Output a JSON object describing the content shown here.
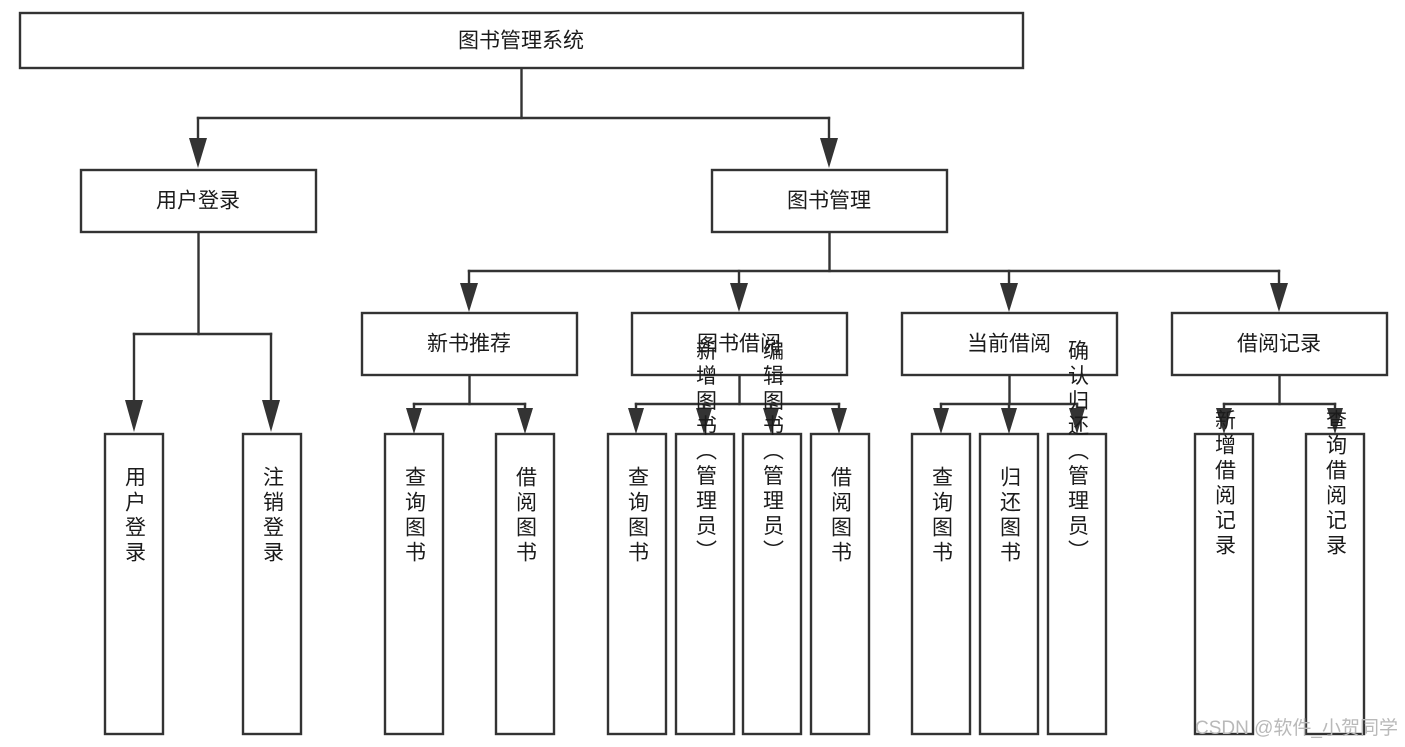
{
  "diagram": {
    "title": "图书管理系统",
    "type": "tree-hierarchy-chart",
    "orientation": "top-down",
    "colors": {
      "box_stroke": "#333333",
      "box_fill": "#ffffff",
      "text": "#1b1b1b",
      "watermark": "#b9b9b9",
      "background": "#ffffff"
    },
    "root": {
      "label": "图书管理系统"
    },
    "level2": [
      {
        "label": "用户登录"
      },
      {
        "label": "图书管理"
      }
    ],
    "level3": [
      {
        "label": "新书推荐"
      },
      {
        "label": "图书借阅"
      },
      {
        "label": "当前借阅"
      },
      {
        "label": "借阅记录"
      }
    ],
    "leaves": {
      "user_login": [
        {
          "label": "用户登录"
        },
        {
          "label": "注销登录"
        }
      ],
      "new_book_recommend": [
        {
          "label": "查询图书"
        },
        {
          "label": "借阅图书"
        }
      ],
      "book_borrow": [
        {
          "label": "查询图书"
        },
        {
          "label": "新增图书（管理员）"
        },
        {
          "label": "编辑图书（管理员）"
        },
        {
          "label": "借阅图书"
        }
      ],
      "current_borrow": [
        {
          "label": "查询图书"
        },
        {
          "label": "归还图书"
        },
        {
          "label": "确认归还（管理员）"
        }
      ],
      "borrow_record": [
        {
          "label": "新增借阅记录"
        },
        {
          "label": "查询借阅记录"
        }
      ]
    }
  },
  "watermark": {
    "text": "CSDN @软件_小贺同学"
  }
}
